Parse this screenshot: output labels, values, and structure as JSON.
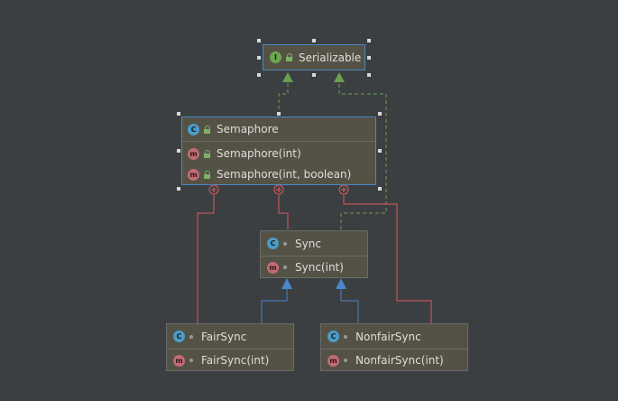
{
  "diagram": {
    "nodes": {
      "serializable": {
        "kind": "I",
        "name": "Serializable"
      },
      "semaphore": {
        "kind": "C",
        "name": "Semaphore",
        "members": [
          {
            "kind": "m",
            "label": "Semaphore(int)"
          },
          {
            "kind": "m",
            "label": "Semaphore(int, boolean)"
          }
        ]
      },
      "sync": {
        "kind": "C",
        "name": "Sync",
        "members": [
          {
            "kind": "m",
            "label": "Sync(int)"
          }
        ]
      },
      "fairsync": {
        "kind": "C",
        "name": "FairSync",
        "members": [
          {
            "kind": "m",
            "label": "FairSync(int)"
          }
        ]
      },
      "nonfairsync": {
        "kind": "C",
        "name": "NonfairSync",
        "members": [
          {
            "kind": "m",
            "label": "NonfairSync(int)"
          }
        ]
      }
    },
    "colors": {
      "background": "#3c3f41",
      "node_fill": "#545245",
      "implements_edge": "#6a9f4e",
      "extends_edge": "#4a86c8",
      "inner_class_edge": "#d9595e",
      "selection_handle": "#d8d8d8"
    }
  }
}
